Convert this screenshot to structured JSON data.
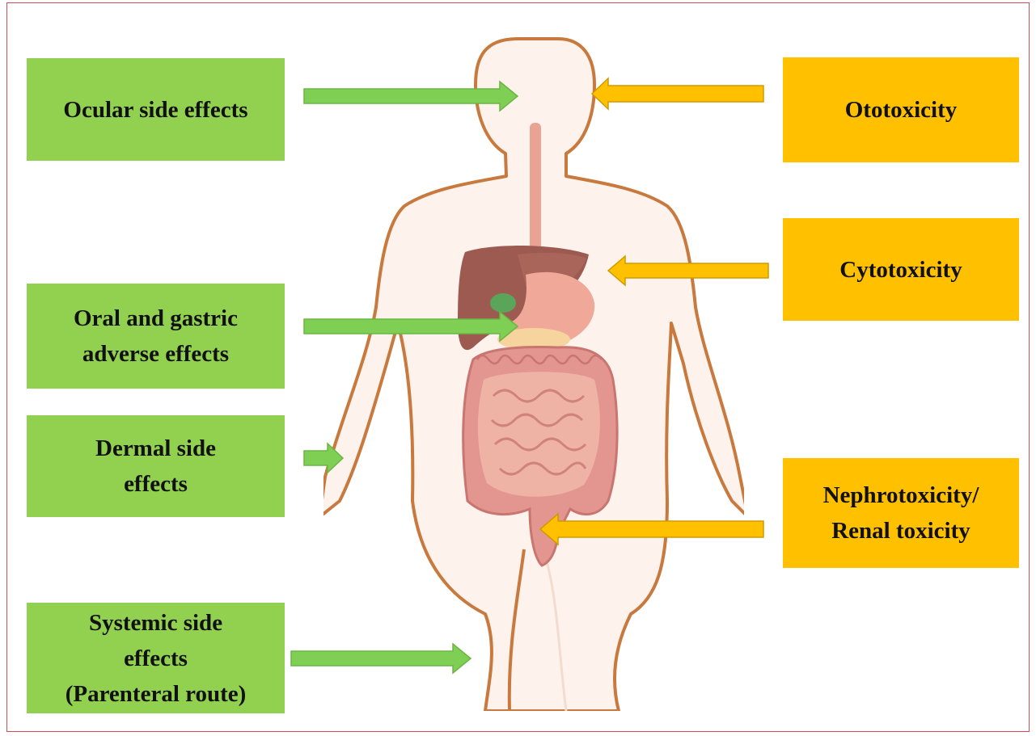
{
  "colors": {
    "left_box": "#92d050",
    "right_box": "#ffc000",
    "left_arrow": "#7fcf55",
    "right_arrow": "#ffc000",
    "body_outline": "#c8793e",
    "body_fill": "#fdf2ec",
    "frame": "#d44a55"
  },
  "icons": [
    "human-body-illustration",
    "digestive-organs-illustration"
  ],
  "left_labels": {
    "ocular": [
      "Ocular side effects"
    ],
    "oral_gastric": [
      "Oral and gastric",
      "adverse effects"
    ],
    "dermal": [
      "Dermal side",
      "effects"
    ],
    "systemic": [
      "Systemic side",
      "effects",
      "(Parenteral route)"
    ]
  },
  "right_labels": {
    "ototoxicity": [
      "Ototoxicity"
    ],
    "cytotoxicity": [
      "Cytotoxicity"
    ],
    "nephrotoxicity": [
      "Nephrotoxicity/",
      "Renal toxicity"
    ]
  }
}
